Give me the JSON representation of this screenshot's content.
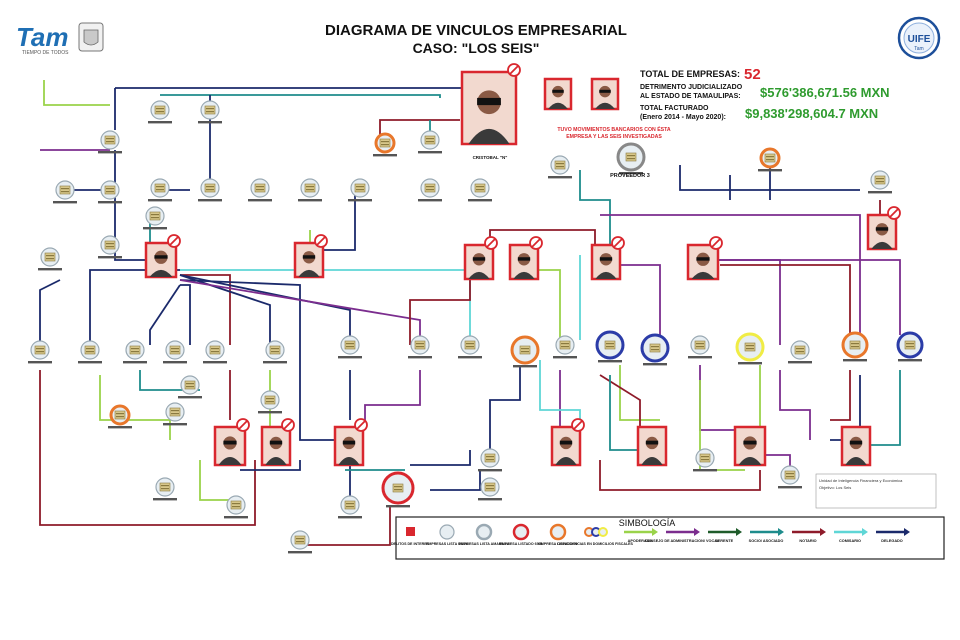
{
  "header": {
    "logo_text": "Tam",
    "logo_tagline": "TIEMPO DE TODOS",
    "title_line1": "DIAGRAMA DE VINCULOS EMPRESARIAL",
    "title_line2": "CASO: \"LOS SEIS\"",
    "uife_text": "UIFE",
    "uife_sub": "Tam"
  },
  "stats": {
    "total_empresas_label": "TOTAL DE EMPRESAS:",
    "total_empresas_value": "52",
    "detrimento_label_1": "DETRIMENTO JUDICIALIZADO",
    "detrimento_label_2": "AL ESTADO DE TAMAULIPAS:",
    "detrimento_value": "$576'386,671.56 MXN",
    "facturado_label_1": "TOTAL FACTURADO",
    "facturado_label_2": "(Enero 2014 - Mayo 2020):",
    "facturado_value": "$9,838'298,604.7 MXN"
  },
  "annotations": {
    "central_person": "CRISTOBAL \"N\"",
    "bank_note_1": "TUVO MOVIMIENTOS BANCARIOS CON ÉSTA",
    "bank_note_2": "EMPRESA Y LAS SEIS INVESTIGADAS",
    "proveedor": "PROVEEDOR 3"
  },
  "legend": {
    "title": "SIMBOLOGÍA",
    "items": [
      {
        "label": "DELITOS DE INTERES"
      },
      {
        "label": "EMPRESAS LISTA ROJA"
      },
      {
        "label": "EMPRESAS LISTA AMARILLA"
      },
      {
        "label": "EMPRESA LISTADO 69-B"
      },
      {
        "label": "EMPRESA LISTADO 69"
      },
      {
        "label": "COINCIDENCIAS EN DOMICILIOS FISCALES"
      }
    ],
    "relations": [
      {
        "label": "APODERADO",
        "color": "#9ad34a"
      },
      {
        "label": "CONSEJO DE ADMINISTRACION/ VOCAL",
        "color": "#7b2d8e"
      },
      {
        "label": "GERENTE",
        "color": "#1f5c2a"
      },
      {
        "label": "SOCIO/ ASOCIADO",
        "color": "#1e8c8c"
      },
      {
        "label": "NOTARIO",
        "color": "#8e1b2a"
      },
      {
        "label": "COMISARIO",
        "color": "#5fd6d6"
      },
      {
        "label": "DELEGADO",
        "color": "#1b2a6b"
      }
    ]
  },
  "colors": {
    "red_border": "#d9272e",
    "money_green": "#2e9b2e",
    "stat_red": "#d9272e",
    "title_black": "#111111",
    "uife_blue": "#1d4f9a"
  },
  "footer_note": {
    "line1": "Unidad de Inteligencia Financiera y Económica",
    "line2": "Objetivo: Los Seis"
  }
}
